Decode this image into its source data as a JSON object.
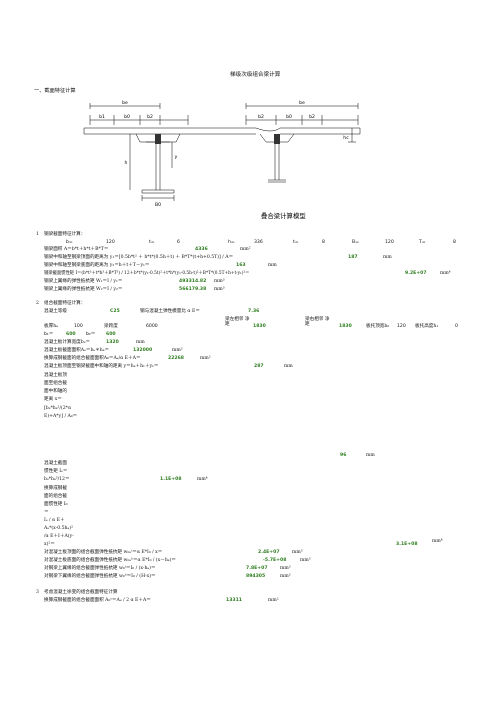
{
  "doc_title": "梯级次级组合梁计算",
  "section1_heading": "一、截面特征计算",
  "diagram": {
    "labels": {
      "be_left": "be",
      "be_right": "be",
      "b1": "b1",
      "b0_left": "b0",
      "b2_left": "b2",
      "b2_right": "b2",
      "b0_right": "b0",
      "b2_far": "b2",
      "h": "h",
      "y": "y",
      "hc": "hc",
      "B0": "B0"
    },
    "caption": "叠合梁计算模型"
  },
  "step1": {
    "num": "1",
    "heading": "钢梁截面特征计算：",
    "params": [
      {
        "k": "b=",
        "v": "120"
      },
      {
        "k": "t=",
        "v": "6"
      },
      {
        "k": "h=",
        "v": "336"
      },
      {
        "k": "t=",
        "v": "8"
      },
      {
        "k": "B=",
        "v": "120"
      },
      {
        "k": "T=",
        "v": "8"
      }
    ],
    "area": {
      "label": "钢梁面积 A＝b*t＋h*t＋B*T＝",
      "value": "4336",
      "unit": "mm²"
    },
    "y1": {
      "label": "钢梁中和轴至钢梁顶面的距离为 y₁＝[0.5b*t² ＋ h*t*(0.5h＋t) ＋ B*T*(t+h+0.5T)] / A＝",
      "value": "187",
      "unit": "mm"
    },
    "y2": {
      "label": "钢梁中和轴至钢梁底面的距离为 y₂＝h＋t＋T－y₁＝",
      "value": "163",
      "unit": "mm"
    },
    "inertia": {
      "label": "钢梁截面惯性矩 I＝(b*t³＋t*h³＋B*T³) / 12＋b*t*(y₁-0.5t)²＋t*h*(y₁-0.5h-t)²＋B*T*(0.5T+h+t-y₁)²＝",
      "value": "9.2E+07",
      "unit": "mm⁴"
    },
    "w1": {
      "label": "钢梁上翼缘的弹性抵抗矩 W₁＝I / y₁＝",
      "value": "493314.82",
      "unit": "mm³"
    },
    "w2": {
      "label": "钢梁上翼缘的弹性抵抗矩 W₂＝I / y₂＝",
      "value": "566179.38",
      "unit": "mm³"
    }
  },
  "step2": {
    "num": "2",
    "heading": "组合截面特征计算：",
    "concrete": {
      "label": "混凝土等级",
      "grade": "C25",
      "ratio_label": "钢与混凝土弹性模量比 α E＝",
      "ratio": "7.36"
    },
    "spans": {
      "left_label": "梁左相邻 净距",
      "left_val": "1830",
      "right_label": "梁右相邻 净距",
      "right_val": "1830",
      "span_label": "板托顶宽b₀",
      "span_val": "120",
      "haunch_label": "板托高度h₁",
      "haunch_val": "0"
    },
    "slab": {
      "thick_label": "板厚hₐ",
      "thick_val": "100",
      "width_label": "梁跨度",
      "width_val": "6000"
    },
    "b1": {
      "k": "b₁＝",
      "v": "600"
    },
    "b2": {
      "k": "b₂＝",
      "v": "600"
    },
    "be": {
      "label": "混凝土板计算宽度bₑ＝",
      "value": "1320",
      "unit": "mm"
    },
    "ac": {
      "label": "混凝土板截面面积Aₑ＝bₑ＊hₐ＝",
      "value": "132000",
      "unit": "mm²"
    },
    "a0": {
      "label": "换算成钢截面的组合截面面积A₀＝Aₑ/α E＋A＝",
      "value": "22268",
      "unit": "mm²"
    },
    "y": {
      "label": "混凝土板顶面至钢梁截面中和轴的距离 y＝hₐ＋h₁＋y₁＝",
      "value": "287",
      "unit": "mm"
    },
    "x_lines": [
      "混凝土板顶",
      "面至组合截",
      "面中和轴的",
      "距离 x＝",
      "[bₑ*hₐ²/(2*α",
      "E)+A*y] / A₀＝"
    ],
    "x": {
      "value": "96",
      "unit": "mm"
    },
    "ic_lines": [
      "混凝土截面",
      "惯性矩 Iₑ＝",
      "bₑ*hₐ³/12＝"
    ],
    "ic": {
      "value": "1.1E+08",
      "unit": "mm⁴"
    },
    "i0_lines": [
      "换算成钢截",
      "面的组合截",
      "面惯性矩 I₀",
      "＝",
      "Iₑ / α E＋",
      "Aₑ*(x-0.5hₐ)²",
      "/α E＋I＋A(y-",
      "x)²＝"
    ],
    "i0": {
      "value": "3.1E+08",
      "unit": "mm⁴"
    },
    "w0c_top": {
      "label": "对混凝土板顶面的组合截面弹性抵抗矩 w₀ₑᵗ＝α E*I₀ / x＝",
      "value": "2.4E+07",
      "unit": "mm³"
    },
    "w0c_bot": {
      "label": "对混凝土板底面的组合截面弹性抵抗矩 w₀ₑᵇ＝α E*I₀ / (x－hₐ)＝",
      "value": "-5.7E+08",
      "unit": "mm³"
    },
    "w0_top": {
      "label": "对钢梁上翼缘的组合截面弹性抵抗矩 w₀ᵗ＝I₀ / (x-hₐ)＝",
      "value": "7.8E+07",
      "unit": "mm³"
    },
    "w0_bot": {
      "label": "对钢梁下翼缘的组合截面弹性抵抗矩 w₀ᵇ＝I₀ / (H-x)＝",
      "value": "894305",
      "unit": "mm³"
    }
  },
  "step3": {
    "num": "3",
    "heading": "考虑混凝土徐变的组合截面特征计算",
    "a0c": {
      "label": "换算成钢截面的组合截面面积 A₀ᶜ＝Aₑ / 2 α E＋A＝",
      "value": "13311",
      "unit": "mm²"
    }
  }
}
